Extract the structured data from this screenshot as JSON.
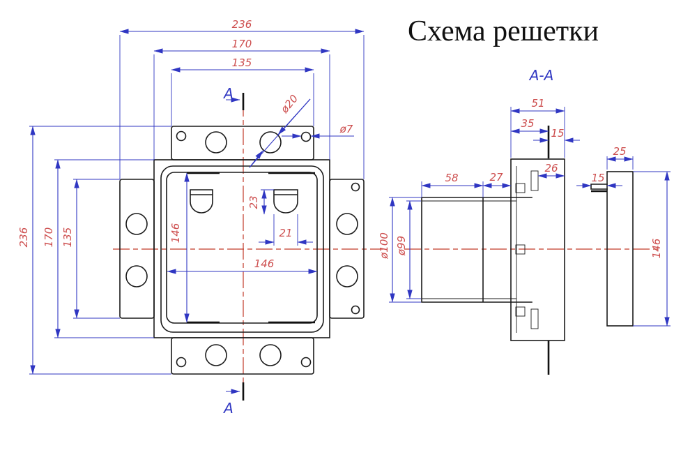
{
  "title": "Схема решетки",
  "section_view_label": "A-A",
  "cut_line_label": "A",
  "colors": {
    "dimension_line": "#2f36c2",
    "dimension_text": "#cd4e4e",
    "centerline": "#c23a28",
    "outline": "#1a1a1a",
    "background": "#ffffff"
  },
  "front_view": {
    "dims": {
      "overall_width": "236",
      "body_width": "170",
      "flange_width": "135",
      "overall_height": "236",
      "body_height": "170",
      "flange_height": "135",
      "opening_width": "146",
      "opening_height": "146",
      "clip_slot_height": "23",
      "clip_slot_width": "21",
      "mounting_hole_diameter": "ø20",
      "screw_hole_diameter": "ø7"
    }
  },
  "section_view": {
    "dims": {
      "frame_depth": "51",
      "frame_depth_inner": "35",
      "frame_lip": "15",
      "duct_length": "58",
      "collar_length": "27",
      "clip_offset": "26",
      "duct_outer_diameter": "ø100",
      "duct_inner_diameter": "ø99",
      "cover_depth": "25",
      "cover_lip": "15",
      "cover_height": "146"
    }
  }
}
